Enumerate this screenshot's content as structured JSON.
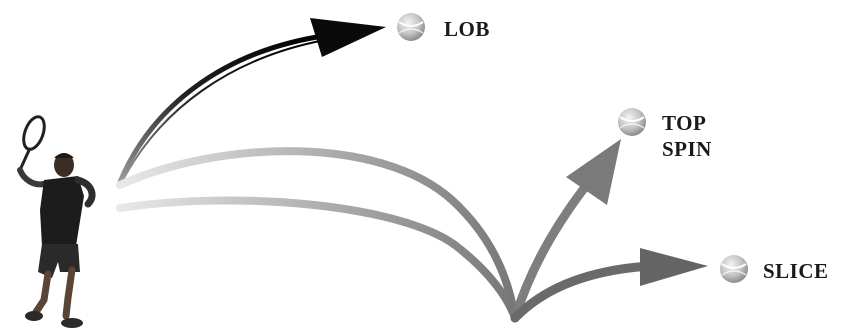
{
  "labels": {
    "lob": "LOB",
    "topspin_line1": "TOP",
    "topspin_line2": "SPIN",
    "slice": "SLICE"
  },
  "colors": {
    "lob_arrow": "#111111",
    "topspin_arrow": "#7c7c7c",
    "slice_arrow": "#666666",
    "ball": "#c9c9c9"
  },
  "icons": {
    "player": "tennis-player-figure",
    "ball": "tennis-ball-icon"
  }
}
